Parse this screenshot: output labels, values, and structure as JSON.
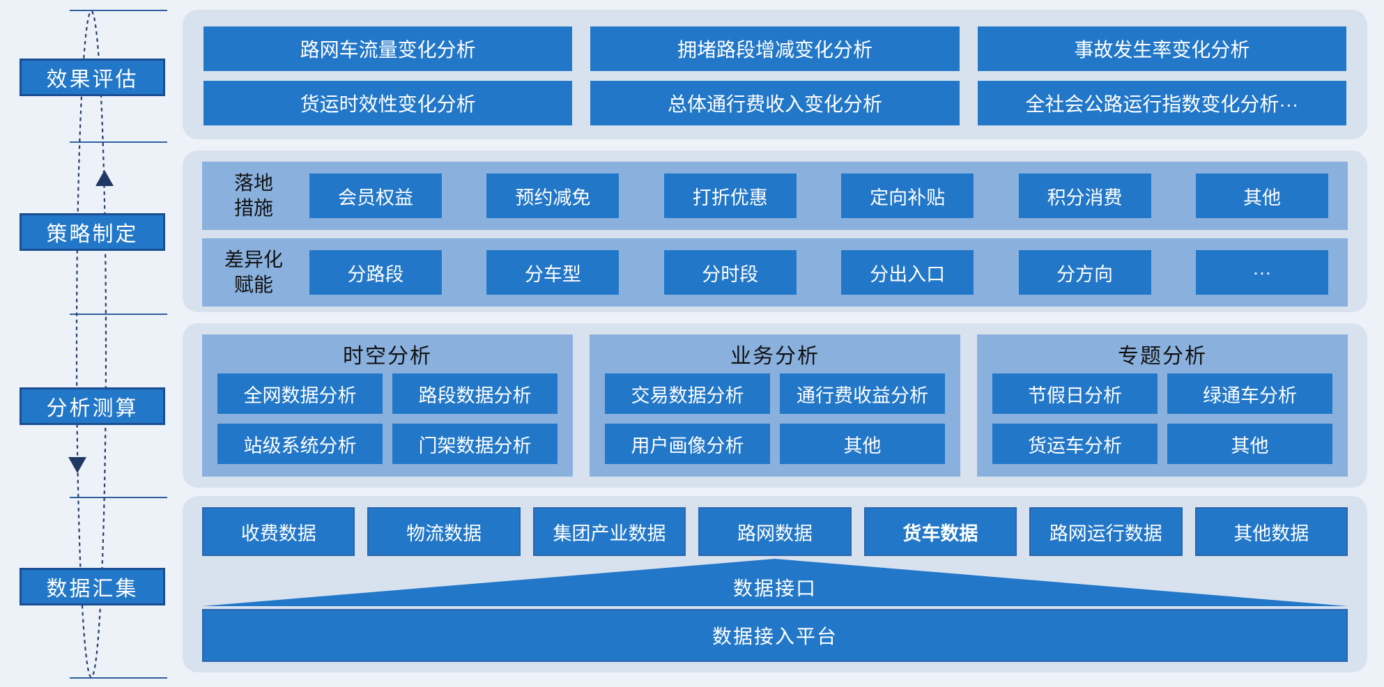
{
  "colors": {
    "primary_blue": "#2277c8",
    "medium_blue": "#8ab1de",
    "band_bg": "#d8e1ee",
    "page_bg": "#edf1f8",
    "navy": "#1f3864",
    "label_border": "#1b4e91",
    "line_blue": "#2f5f9e"
  },
  "left_rail": {
    "stages": [
      {
        "label": "效果评估"
      },
      {
        "label": "策略制定"
      },
      {
        "label": "分析测算"
      },
      {
        "label": "数据汇集"
      }
    ]
  },
  "evaluation_band": {
    "boxes": [
      "路网车流量变化分析",
      "拥堵路段增减变化分析",
      "事故发生率变化分析",
      "货运时效性变化分析",
      "总体通行费收入变化分析",
      "全社会公路运行指数变化分析···"
    ]
  },
  "strategy_band": {
    "rows": [
      {
        "label_lines": [
          "落地",
          "措施"
        ],
        "boxes": [
          "会员权益",
          "预约减免",
          "打折优惠",
          "定向补贴",
          "积分消费",
          "其他"
        ]
      },
      {
        "label_lines": [
          "差异化",
          "赋能"
        ],
        "boxes": [
          "分路段",
          "分车型",
          "分时段",
          "分出入口",
          "分方向",
          "···"
        ]
      }
    ]
  },
  "analysis_band": {
    "columns": [
      {
        "title": "时空分析",
        "boxes": [
          "全网数据分析",
          "路段数据分析",
          "站级系统分析",
          "门架数据分析"
        ]
      },
      {
        "title": "业务分析",
        "boxes": [
          "交易数据分析",
          "通行费收益分析",
          "用户画像分析",
          "其他"
        ]
      },
      {
        "title": "专题分析",
        "boxes": [
          "节假日分析",
          "绿通车分析",
          "货运车分析",
          "其他"
        ]
      }
    ]
  },
  "data_band": {
    "sources": [
      "收费数据",
      "物流数据",
      "集团产业数据",
      "路网数据",
      "货车数据",
      "路网运行数据",
      "其他数据"
    ],
    "interface_label": "数据接口",
    "platform_label": "数据接入平台"
  }
}
